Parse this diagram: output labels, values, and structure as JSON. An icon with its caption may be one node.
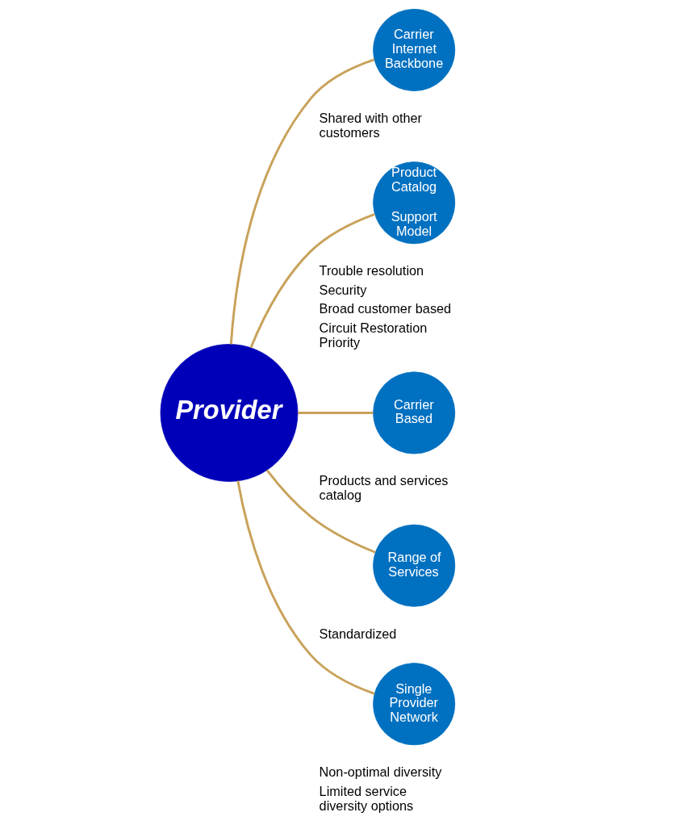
{
  "diagram": {
    "nodes": [
      {
        "text": [
          "Provider"
        ]
      },
      {
        "text": [
          "Carrier Internet Backbone"
        ],
        "beside": [
          "Shared with other customers"
        ]
      },
      {
        "text": [
          "Product Catalog",
          "Support Model"
        ],
        "beside": [
          "Trouble resolution",
          "Security",
          "Broad customer based",
          "Circuit Restoration Priority"
        ]
      },
      {
        "text": [
          "Carrier Based"
        ],
        "beside": [
          "Products and services catalog"
        ]
      },
      {
        "text": [
          "Range of Services"
        ],
        "beside": [
          "Standardized"
        ]
      },
      {
        "text": [
          "Single Provider Network"
        ],
        "beside": [
          "Non-optimal diversity",
          "Limited service diversity options"
        ]
      }
    ],
    "edges": [
      {
        "from": 1,
        "to": 0,
        "arrow": "none"
      },
      {
        "from": 2,
        "to": 0,
        "arrow": "none"
      },
      {
        "from": 3,
        "to": 0,
        "arrow": "none"
      },
      {
        "from": 4,
        "to": 0,
        "arrow": "none"
      },
      {
        "from": 5,
        "to": 0,
        "arrow": "none"
      }
    ]
  }
}
